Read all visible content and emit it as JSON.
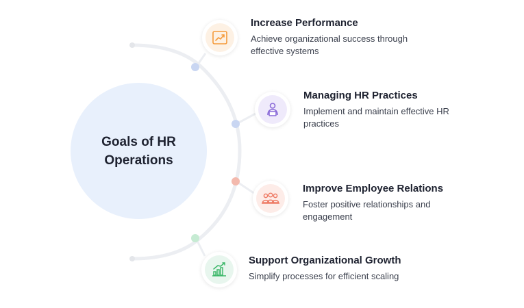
{
  "center": {
    "title": "Goals of HR Operations"
  },
  "goals": [
    {
      "title": "Increase Performance",
      "desc": "Achieve organizational success through effective systems",
      "icon": "trend-chart-icon",
      "color": "#f59a3a",
      "tint": "#fdf1e4"
    },
    {
      "title": "Managing HR Practices",
      "desc": "Implement and maintain effective HR practices",
      "icon": "person-laptop-icon",
      "color": "#8a6ad8",
      "tint": "#efeafb"
    },
    {
      "title": "Improve Employee Relations",
      "desc": "Foster positive relationships and engagement",
      "icon": "team-icon",
      "color": "#ee7b65",
      "tint": "#fdece8"
    },
    {
      "title": "Support Organizational Growth",
      "desc": "Simplify processes for efficient scaling",
      "icon": "growth-chart-icon",
      "color": "#3db86a",
      "tint": "#e8f6ee"
    }
  ],
  "connector_colors": [
    "#c9d6f2",
    "#c9d6f2",
    "#f3b9ad",
    "#c6ebd3"
  ]
}
